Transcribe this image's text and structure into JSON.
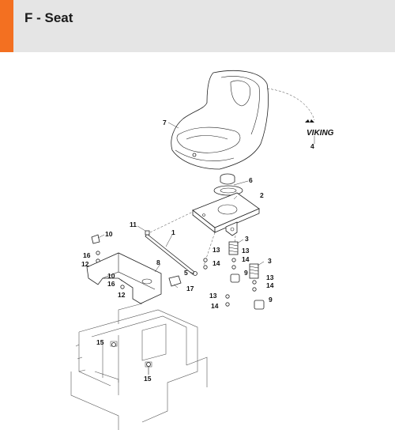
{
  "header": {
    "title": "F - Seat",
    "accent_color": "#f37021",
    "background_color": "#e5e5e5"
  },
  "brand": {
    "logo_text": "VIKING"
  },
  "callouts": {
    "c1": "1",
    "c2": "2",
    "c3a": "3",
    "c3b": "3",
    "c4": "4",
    "c5": "5",
    "c6": "6",
    "c7": "7",
    "c8": "8",
    "c9a": "9",
    "c9b": "9",
    "c10a": "10",
    "c10b": "10",
    "c11": "11",
    "c12a": "12",
    "c12b": "12",
    "c13a": "13",
    "c13b": "13",
    "c13c": "13",
    "c13d": "13",
    "c14a": "14",
    "c14b": "14",
    "c14c": "14",
    "c15a": "15",
    "c15b": "15",
    "c16a": "16",
    "c16b": "16",
    "c17": "17"
  }
}
